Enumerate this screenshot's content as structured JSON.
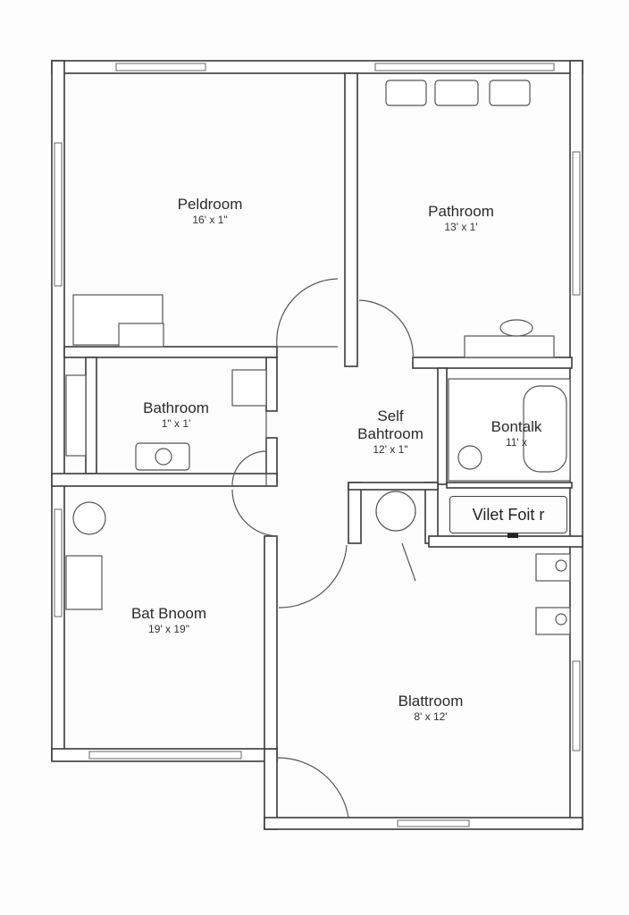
{
  "rooms": [
    {
      "name": "Peldroom",
      "dims": "16' x 1\""
    },
    {
      "name": "Pathroom",
      "dims": "13' x 1'"
    },
    {
      "name": "Bathroom",
      "dims": "1\" x 1'"
    },
    {
      "name": "Self\nBahtroom",
      "name_line1": "Self",
      "name_line2": "Bahtroom",
      "dims": "12' x 1\""
    },
    {
      "name": "Bontalk",
      "dims": "11' x"
    },
    {
      "name": "Bat Bnoom",
      "dims": "19' x 19\""
    },
    {
      "name": "Blattroom",
      "dims": "8' x 12'"
    }
  ],
  "fixture_label": "Vilet Foit r",
  "colors": {
    "wall": "#3a3a3a",
    "background": "#fdfdfd"
  }
}
